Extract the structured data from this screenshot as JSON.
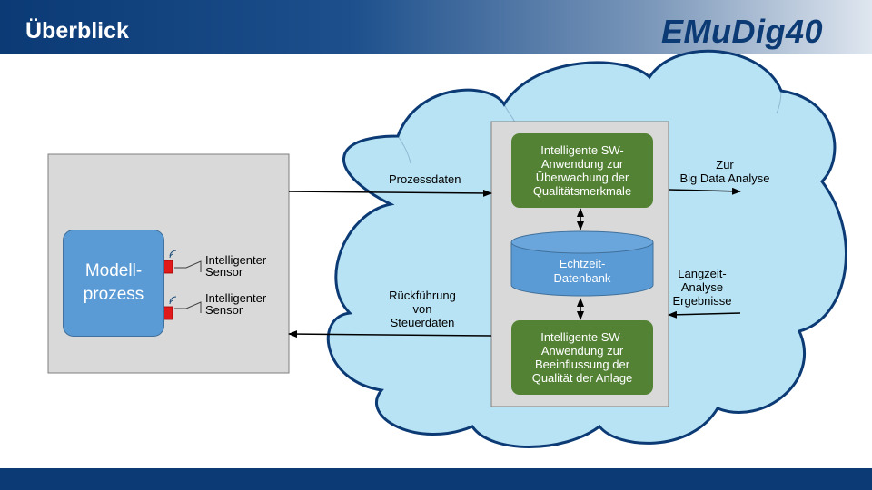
{
  "slide": {
    "title": "Überblick",
    "logo": "EMuDig40"
  },
  "diagram": {
    "model_process": "Modell-\nprozess",
    "sensors": [
      {
        "label": "Intelligenter\nSensor"
      },
      {
        "label": "Intelligenter\nSensor"
      }
    ],
    "monitoring_app": "Intelligente SW-\nAnwendung zur\nÜberwachung der\nQualitätsmerkmale",
    "database": "Echtzeit-\nDatenbank",
    "control_app": "Intelligente SW-\nAnwendung zur\nBeeinflussung der\nQualität der Anlage",
    "flows": {
      "process_data": "Prozessdaten",
      "feedback": "Rückführung\nvon\nSteuerdaten",
      "big_data": "Zur\nBig Data Analyse",
      "long_term": "Langzeit-\nAnalyse\nErgebnisse"
    }
  },
  "colors": {
    "header_blue": "#0b3a75",
    "cloud_fill": "#b8e3f4",
    "green_box": "#548235",
    "model_blue": "#5b9bd5",
    "sensor_red": "#e01a1a",
    "panel_gray": "#d9d9d9"
  }
}
